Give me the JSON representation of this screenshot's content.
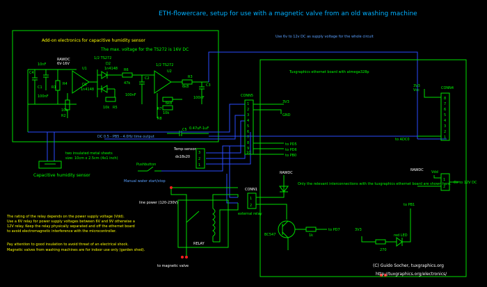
{
  "title": "ETH-flowercare, setup for use with a magnetic valve from an old washing machine",
  "supply_note": "Use 6v to 12v DC as supply voltage for the whole circuit",
  "addon": {
    "title": "Add-on electronics for capacitive humidity sensor",
    "maxvolt": "The max. voltage for the TS272 is 16V DC",
    "ic1": "1/2 TS272",
    "ic2": "1/2 TS272",
    "u1": "U1",
    "u2": "U2",
    "rawdc": "RAWDC",
    "rawdc_range": "6V-16V",
    "c4": "C4",
    "c4v": "100nF",
    "r4": "R4",
    "r4v": "100k",
    "c1": "C1",
    "c1v": "10nF",
    "r1": "R1",
    "r1v": "1k",
    "r2": "R2",
    "r2v": "10k",
    "d1": "D1",
    "d1v": "1n4148",
    "d2": "D2",
    "d2v": "1n4148",
    "r5": "R5",
    "r5v": "10k",
    "r6": "R6",
    "r6v": "47k",
    "c2": "C2",
    "c2v": "100nF",
    "r3": "R3",
    "r3v": "6k8",
    "c3": "C3",
    "c3v": "100nF",
    "r7": "R7",
    "r7v": "6k8",
    "r8": "R8",
    "r8v": "10k",
    "c5": "C5",
    "c5v": "0.47uF-1uF",
    "out": "DC 0.5 - PB5 - 4.0Hz  time output"
  },
  "sensor": {
    "label": "Capacitive humidity sensor",
    "note1": "two insulated metal sheets",
    "note2": "size: 10cm x 2.5cm (4x1 inch)"
  },
  "temp": {
    "label": "Temp-sensor",
    "part": "ds18s20",
    "pins": [
      "3",
      "2",
      "1"
    ]
  },
  "pushbutton": {
    "label": "Pushbutton",
    "note": "Manual water start/stop"
  },
  "board": {
    "title": "Tuxgraphics ethernet board with atmega328p",
    "conn5": "CONN5",
    "conn5_pins": [
      "1",
      "2",
      "3",
      "4",
      "5",
      "6",
      "7",
      "8",
      "9",
      "10"
    ],
    "conn5_nets": [
      "3V3",
      "GND",
      "to PD5",
      "to PD6",
      "to PB0"
    ],
    "conn4": "CONN4",
    "conn4_pins": [
      "8",
      "7",
      "6",
      "5",
      "4",
      "3",
      "2",
      "1"
    ],
    "vcc": "3V3",
    "vcc2": "Vcc",
    "adc0": "to ADC0",
    "rawdc": "RAWDC",
    "vdd": "Vdd",
    "rawdc_note": "6V to 12V DC",
    "conn1": "CONN1",
    "conn1_pins": [
      "1",
      "2"
    ],
    "pb1": "to PB1",
    "pd7": "to PD7",
    "r1k": "1k",
    "bc": "BC547",
    "rled": "270",
    "led": "red LED",
    "vled": "3V3",
    "note": "Only the relevant interconnections with the tuxgraphics ethernet board are shown here.",
    "external": "external relay"
  },
  "relay": {
    "label": "RELAY",
    "power": "line power (120-230V)",
    "valve": "to magnetic valve"
  },
  "notes": [
    "The rating of the relay depends on the power supply voltage (Vdd).",
    "Use a 6V relay for power supply voltages between 6V and 9V otherwise a",
    "12V relay. Keep the relay physically separated and off the ethernet board",
    "to avoid electromagnetic interference with the microcontroller.",
    "Pay attention to good insulation to avoid threat of an electrical shock.",
    "Magnetic valves from washing machines are for indoor use only (garden shed)."
  ],
  "copyright": "(C) Guido Socher, tuxgraphics.org",
  "url": "http://tuxgraphics.org/electronics/"
}
